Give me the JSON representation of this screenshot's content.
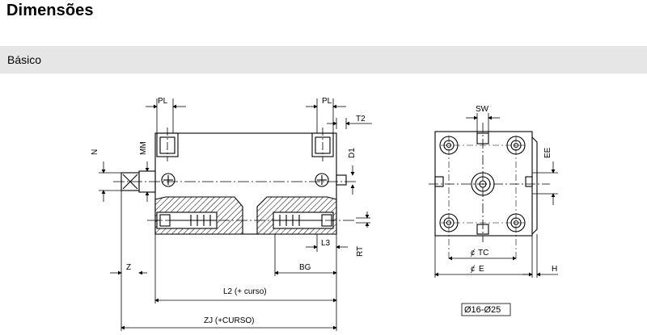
{
  "page": {
    "title": "Dimensões"
  },
  "section": {
    "label": "Básico"
  },
  "drawing": {
    "dims": {
      "pl_left": "PL",
      "pl_right": "PL",
      "t2": "T2",
      "n": "N",
      "mm": "MM",
      "d1": "D1",
      "l3": "L3",
      "rt": "RT",
      "bg": "BG",
      "z": "Z",
      "l2": "L2 (+ curso)",
      "zj": "ZJ (+CURSO)",
      "sw": "SW",
      "ee": "EE",
      "tc": "TC",
      "e": "E",
      "h": "H"
    },
    "range_label": "Ø16-Ø25"
  }
}
